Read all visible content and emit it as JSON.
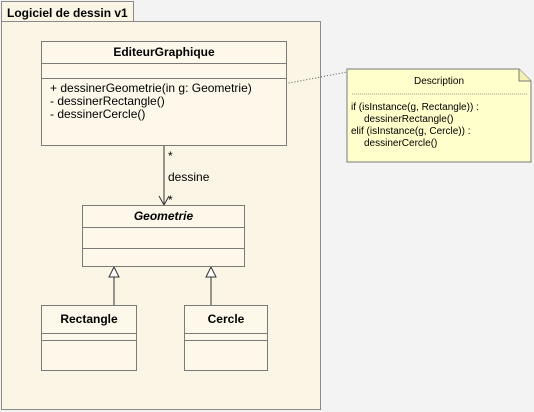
{
  "package": {
    "title": "Logiciel de dessin v1"
  },
  "classes": {
    "editeur": {
      "name": "EditeurGraphique",
      "operations": [
        "+ dessinerGeometrie(in g: Geometrie)",
        "- dessinerRectangle()",
        "- dessinerCercle()"
      ]
    },
    "geometrie": {
      "name": "Geometrie"
    },
    "rectangle": {
      "name": "Rectangle"
    },
    "cercle": {
      "name": "Cercle"
    }
  },
  "association": {
    "label": "dessine",
    "source_multiplicity": "*",
    "target_multiplicity": "*"
  },
  "note": {
    "title": "Description",
    "lines": [
      "if (isInstance(g, Rectangle)) :",
      "    dessinerRectangle()",
      "elif (isInstance(g, Cercle)) :",
      "    dessinerCercle()"
    ]
  },
  "colors": {
    "package_fill": "#fbf5e6",
    "class_fill": "#fdf8ea",
    "note_fill": "#ffffcc",
    "border": "#7a7a7a"
  }
}
